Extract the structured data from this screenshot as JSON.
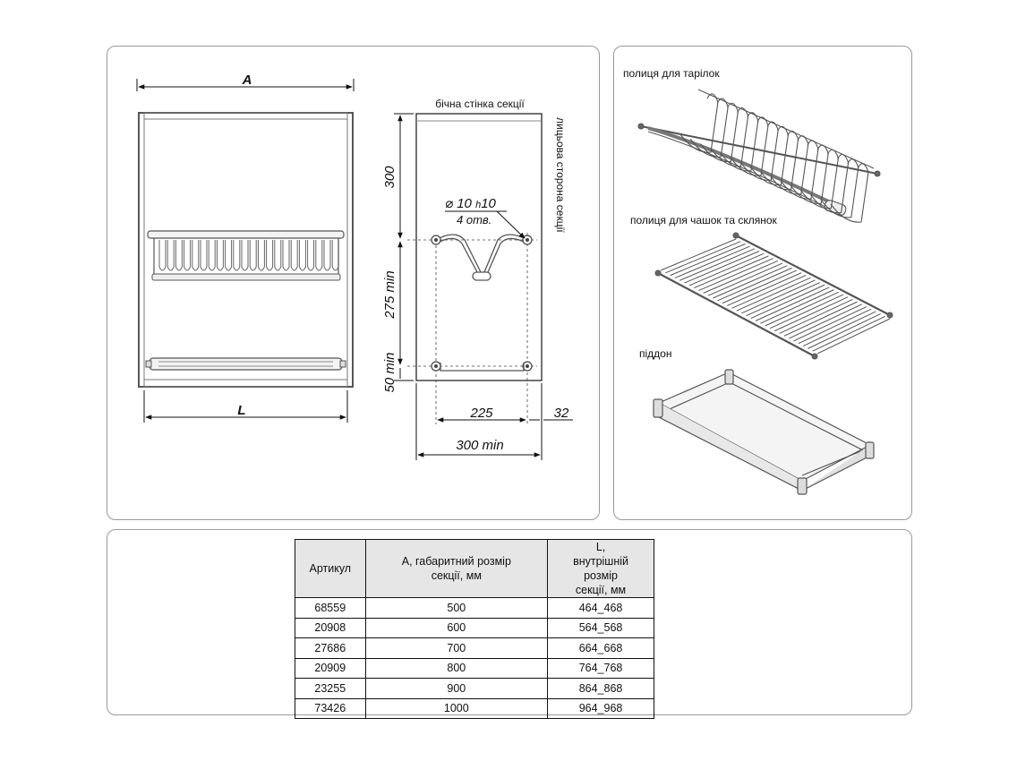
{
  "labels": {
    "dim_a": "A",
    "dim_l": "L",
    "side_wall": "бічна стінка секції",
    "front_side": "лицьова сторона секції",
    "hole_spec_line1_prefix": "⌀ 10",
    "hole_spec_line1_h": "h",
    "hole_spec_line1_suffix": "10",
    "hole_spec_line2": "4 отв.",
    "dim_300": "300",
    "dim_275": "275 min",
    "dim_50": "50 min",
    "dim_225": "225",
    "dim_32": "32",
    "dim_300min": "300 min"
  },
  "parts": {
    "plate_shelf": "полиця для тарілок",
    "cup_shelf": "полиця для чашок та склянок",
    "tray": "піддон"
  },
  "table": {
    "headers": [
      "Артикул",
      "А, габаритний розмір секції, мм",
      "L, внутрішній розмір секції, мм"
    ],
    "rows": [
      [
        "68559",
        "500",
        "464_468"
      ],
      [
        "20908",
        "600",
        "564_568"
      ],
      [
        "27686",
        "700",
        "664_668"
      ],
      [
        "20909",
        "800",
        "764_768"
      ],
      [
        "23255",
        "900",
        "864_868"
      ],
      [
        "73426",
        "1000",
        "964_968"
      ]
    ]
  },
  "colors": {
    "line": "#222222",
    "border": "#9a9a9a",
    "frame": "#555555",
    "header_bg": "#e6e6e6"
  }
}
